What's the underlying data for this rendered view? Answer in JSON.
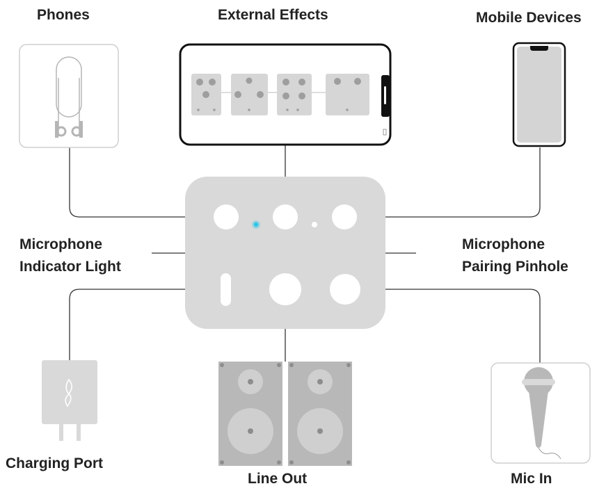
{
  "labels": {
    "phones": "Phones",
    "external_effects": "External Effects",
    "mobile_devices": "Mobile Devices",
    "mic_indicator_line1": "Microphone",
    "mic_indicator_line2": "Indicator Light",
    "mic_pairing_line1": "Microphone",
    "mic_pairing_line2": "Pairing Pinhole",
    "charging_port": "Charging Port",
    "line_out": "Line Out",
    "mic_in": "Mic In"
  },
  "colors": {
    "device_body": "#d9d9d9",
    "line": "#333333",
    "indicator_light": "#2ec5e8",
    "icon_stroke": "#b5b5b5",
    "speaker_body": "#b8b8b8",
    "speaker_cone": "#cfcfcf",
    "pedal_body": "#d6d6d6",
    "pedal_knob": "#9e9e9e"
  }
}
